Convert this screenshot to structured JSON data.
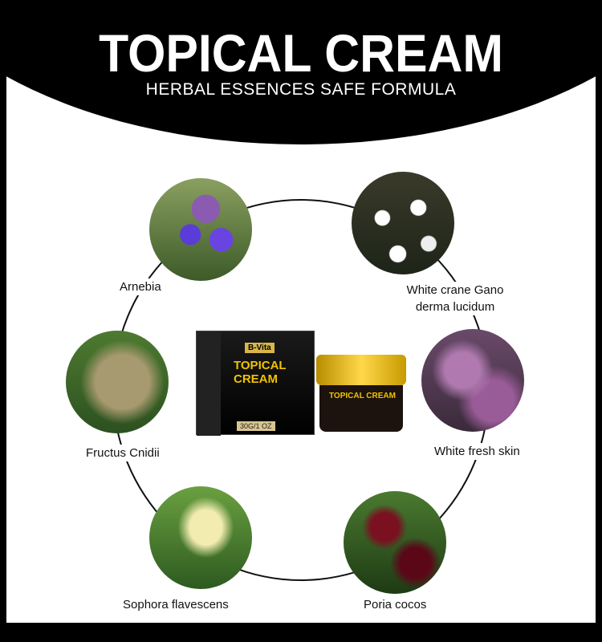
{
  "header": {
    "title": "TOPICAL CREAM",
    "subtitle": "HERBAL ESSENCES SAFE FORMULA"
  },
  "product": {
    "brand": "B-Vita",
    "box_title": "TOPICAL CREAM",
    "weight": "30G/1 OZ",
    "jar_title": "TOPICAL CREAM"
  },
  "ingredients": [
    {
      "label": "Arnebia",
      "icon": "purple-bell-flowers"
    },
    {
      "label": "White crane Gano derma lucidum",
      "icon": "white-snowdrop-flowers"
    },
    {
      "label": "Fructus Cnidii",
      "icon": "seed-cluster"
    },
    {
      "label": "White fresh skin",
      "icon": "pink-purple-flowers"
    },
    {
      "label": "Sophora flavescens",
      "icon": "yellow-flower-spike"
    },
    {
      "label": "Poria cocos",
      "icon": "red-berries"
    }
  ]
}
